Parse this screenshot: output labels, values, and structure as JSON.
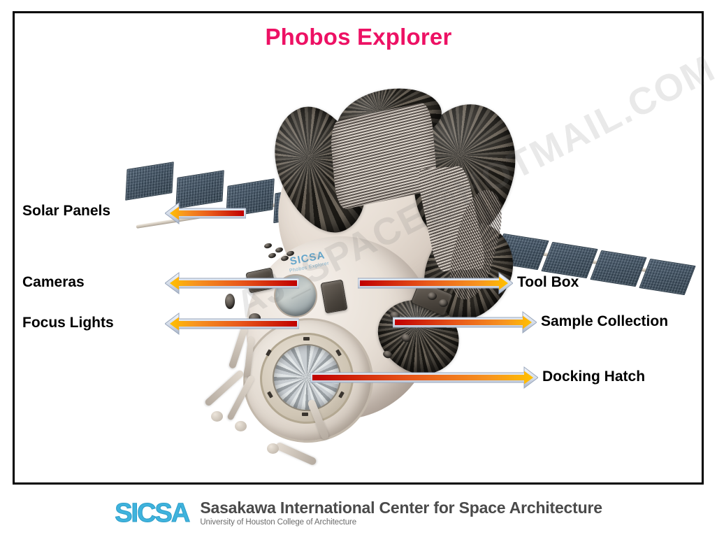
{
  "slide": {
    "title": "Phobos Explorer",
    "title_color": "#ED1164",
    "background": "#FFFFFF",
    "frame_color": "#000000"
  },
  "watermark": {
    "text": "AJ_SPACE@HOTMAIL.COM"
  },
  "spacecraft": {
    "decal_title": "SICSA",
    "decal_subtitle": "Phobos Explorer",
    "hull_color": "#E4DAD0",
    "nodule_color": "#2A2723",
    "solar_panel_color": "#3C4E5F",
    "solar_panel_count_left": 4,
    "solar_panel_count_right": 4
  },
  "callouts": {
    "accent_inner_start": "#FFC000",
    "accent_inner_end": "#C00000",
    "outline_color": "#BFC9DA",
    "left": [
      {
        "label": "Solar Panels",
        "direction": "left"
      },
      {
        "label": "Cameras",
        "direction": "left"
      },
      {
        "label": "Focus Lights",
        "direction": "left"
      }
    ],
    "right": [
      {
        "label": "Tool Box",
        "direction": "right"
      },
      {
        "label": "Sample Collection",
        "direction": "right"
      },
      {
        "label": "Docking Hatch",
        "direction": "right"
      }
    ]
  },
  "footer": {
    "logo_text": "SICSA",
    "title": "Sasakawa International Center for Space Architecture",
    "subtitle": "University of Houston College of Architecture",
    "logo_color": "#3FB3DD",
    "title_color": "#4A4A4A"
  }
}
